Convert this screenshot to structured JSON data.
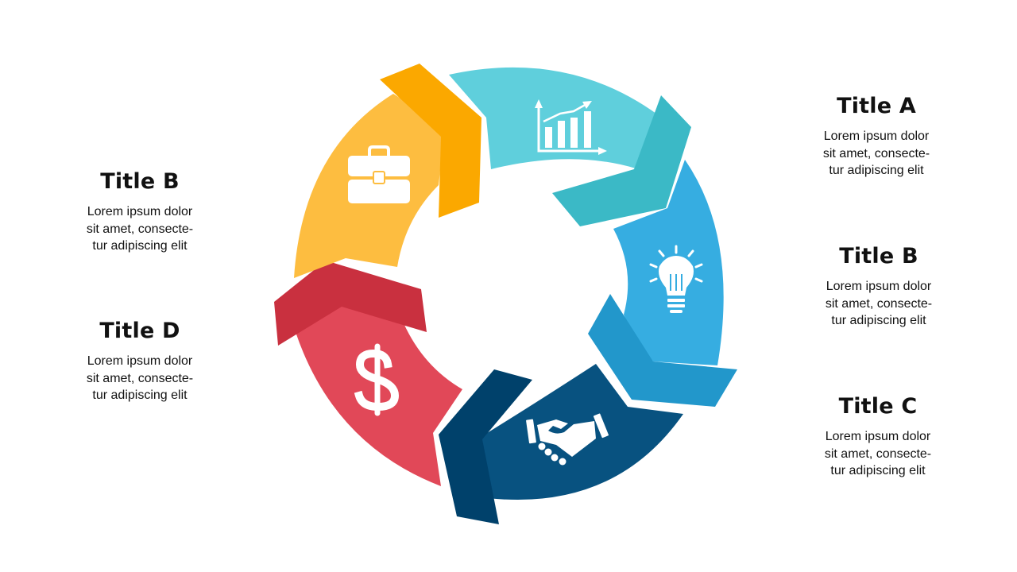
{
  "colors": {
    "teal": "#5fcfdc",
    "teal_dark": "#3bb9c6",
    "blue": "#36ade1",
    "blue_dark": "#2297cb",
    "navy": "#085280",
    "navy_dark": "#00416b",
    "red": "#e14858",
    "red_dark": "#c9303f",
    "yellow": "#fdbd40",
    "yellow_dark": "#fba800"
  },
  "segments": [
    {
      "id": "teal",
      "icon": "chart-growth-icon"
    },
    {
      "id": "blue",
      "icon": "lightbulb-icon"
    },
    {
      "id": "navy",
      "icon": "handshake-icon"
    },
    {
      "id": "red",
      "icon": "dollar-icon"
    },
    {
      "id": "yellow",
      "icon": "briefcase-icon"
    }
  ],
  "labels": {
    "a": {
      "title": "Title A",
      "lines": [
        "Lorem ipsum dolor",
        "sit amet, consecte-",
        "tur adipiscing elit"
      ]
    },
    "b_right": {
      "title": "Title B",
      "lines": [
        "Lorem ipsum dolor",
        "sit amet, consecte-",
        "tur adipiscing elit"
      ]
    },
    "c": {
      "title": "Title C",
      "lines": [
        "Lorem ipsum dolor",
        "sit amet, consecte-",
        "tur adipiscing elit"
      ]
    },
    "b_left": {
      "title": "Title B",
      "lines": [
        "Lorem ipsum dolor",
        "sit amet, consecte-",
        "tur adipiscing elit"
      ]
    },
    "d": {
      "title": "Title D",
      "lines": [
        "Lorem ipsum dolor",
        "sit amet, consecte-",
        "tur adipiscing elit"
      ]
    }
  }
}
